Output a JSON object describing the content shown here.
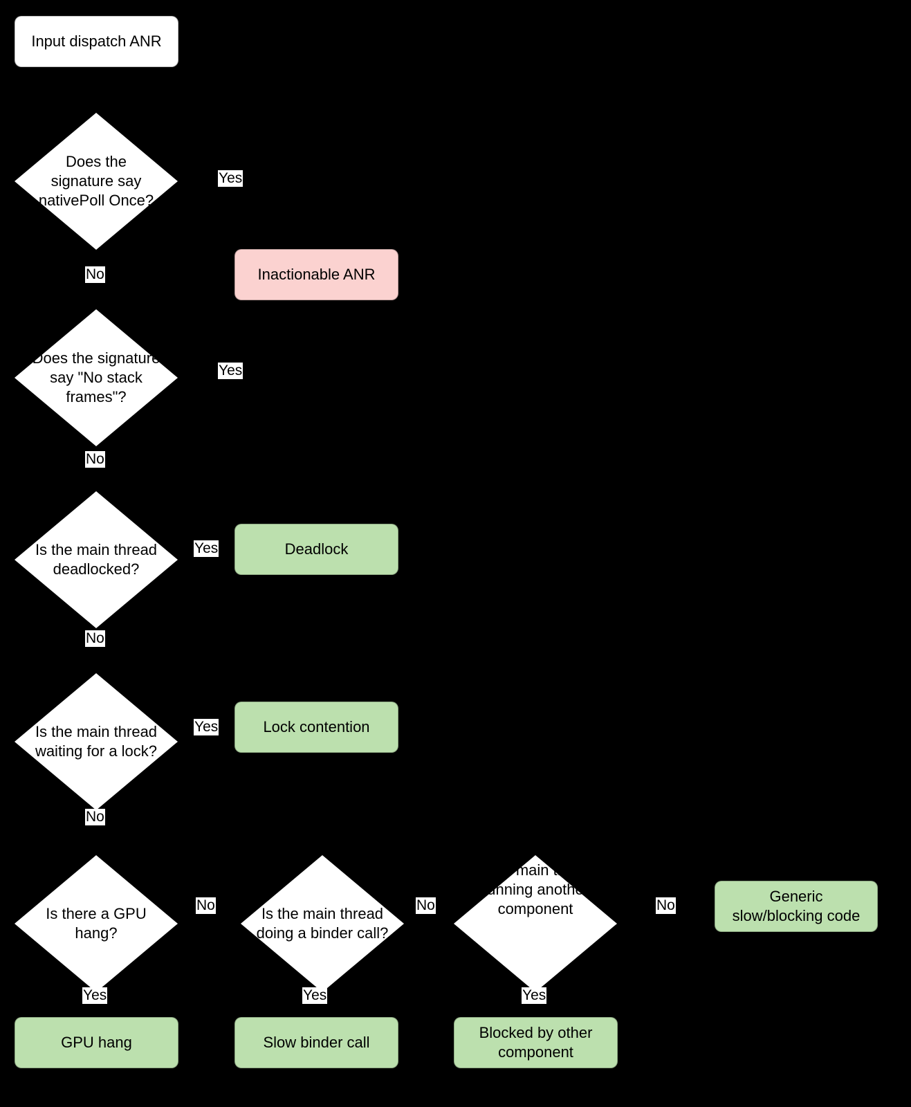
{
  "diagram": {
    "title_node": "Input dispatch ANR",
    "background_color": "#000000",
    "node_fill_white": "#ffffff",
    "node_fill_pink": "#fbd2d0",
    "node_fill_green": "#bce0ae",
    "label_yes": "Yes",
    "label_no": "No"
  },
  "nodes": {
    "start": {
      "label": "Input dispatch ANR",
      "shape": "rounded-rect",
      "fill": "#ffffff"
    },
    "q_nativepollonce": {
      "label": "Does the signature say nativePoll Once?",
      "shape": "diamond",
      "fill": "#ffffff"
    },
    "out_inactionable": {
      "label": "Inactionable ANR",
      "shape": "rounded-rect",
      "fill": "#fbd2d0"
    },
    "q_nostackframes": {
      "label": "Does the signature say \"No stack frames\"?",
      "shape": "diamond",
      "fill": "#ffffff"
    },
    "q_deadlocked": {
      "label": "Is the main thread deadlocked?",
      "shape": "diamond",
      "fill": "#ffffff"
    },
    "out_deadlock": {
      "label": "Deadlock",
      "shape": "rounded-rect",
      "fill": "#bce0ae"
    },
    "q_waiting_lock": {
      "label": "Is the main thread waiting for a lock?",
      "shape": "diamond",
      "fill": "#ffffff"
    },
    "out_lock_contention": {
      "label": "Lock contention",
      "shape": "rounded-rect",
      "fill": "#bce0ae"
    },
    "q_gpu_hang": {
      "label": "Is there a GPU hang?",
      "shape": "diamond",
      "fill": "#ffffff"
    },
    "out_gpu_hang": {
      "label": "GPU hang",
      "shape": "rounded-rect",
      "fill": "#bce0ae"
    },
    "q_binder_call": {
      "label": "Is the main thread doing a binder call?",
      "shape": "diamond",
      "fill": "#ffffff"
    },
    "out_slow_binder": {
      "label": "Slow binder call",
      "shape": "rounded-rect",
      "fill": "#bce0ae"
    },
    "q_other_component": {
      "label": "Is the main thread running another component",
      "shape": "diamond",
      "fill": "#ffffff"
    },
    "out_blocked_other": {
      "label": "Blocked by other component",
      "shape": "rounded-rect",
      "fill": "#bce0ae"
    },
    "out_generic_slow": {
      "label": "Generic slow/blocking code",
      "shape": "rounded-rect",
      "fill": "#bce0ae"
    }
  },
  "edge_labels": {
    "nativepollonce_yes": "Yes",
    "nativepollonce_no": "No",
    "nostackframes_yes": "Yes",
    "nostackframes_no": "No",
    "deadlocked_yes": "Yes",
    "deadlocked_no": "No",
    "waiting_lock_yes": "Yes",
    "waiting_lock_no": "No",
    "gpu_hang_no": "No",
    "gpu_hang_yes": "Yes",
    "binder_call_no": "No",
    "binder_call_yes": "Yes",
    "other_component_no": "No",
    "other_component_yes": "Yes"
  }
}
